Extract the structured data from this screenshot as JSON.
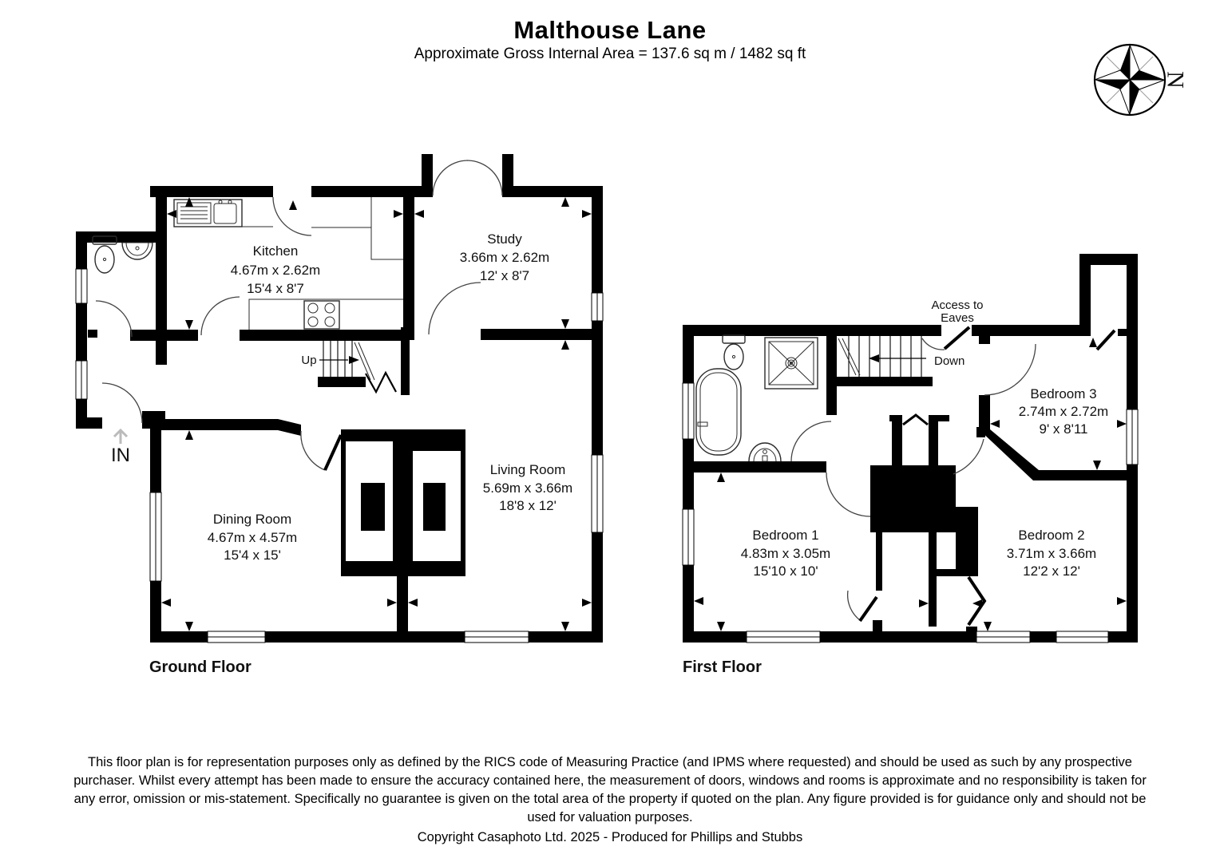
{
  "header": {
    "title": "Malthouse Lane",
    "subtitle": "Approximate Gross Internal Area = 137.6 sq m / 1482 sq ft"
  },
  "compass": {
    "north": "N"
  },
  "ground_floor": {
    "label": "Ground Floor",
    "entrance": "IN",
    "stairs": "Up",
    "rooms": {
      "kitchen": {
        "name": "Kitchen",
        "metric": "4.67m x 2.62m",
        "imperial": "15'4 x 8'7"
      },
      "study": {
        "name": "Study",
        "metric": "3.66m x 2.62m",
        "imperial": "12' x 8'7"
      },
      "dining_room": {
        "name": "Dining Room",
        "metric": "4.67m x 4.57m",
        "imperial": "15'4 x 15'"
      },
      "living_room": {
        "name": "Living Room",
        "metric": "5.69m x 3.66m",
        "imperial": "18'8 x 12'"
      }
    }
  },
  "first_floor": {
    "label": "First Floor",
    "stairs": "Down",
    "eaves_line1": "Access to",
    "eaves_line2": "Eaves",
    "rooms": {
      "bedroom_1": {
        "name": "Bedroom 1",
        "metric": "4.83m x 3.05m",
        "imperial": "15'10 x 10'"
      },
      "bedroom_2": {
        "name": "Bedroom 2",
        "metric": "3.71m x 3.66m",
        "imperial": "12'2 x 12'"
      },
      "bedroom_3": {
        "name": "Bedroom 3",
        "metric": "2.74m x 2.72m",
        "imperial": "9' x 8'11"
      }
    }
  },
  "footer": {
    "disclaimer": "This floor plan is for representation purposes only as defined by the RICS code of Measuring Practice (and IPMS where requested) and should be used as such by any prospective purchaser. Whilst every attempt has been made to ensure the accuracy contained here, the measurement of doors, windows and rooms is approximate and no responsibility is taken for any error, omission or mis-statement. Specifically no guarantee is given on the total area of the property if quoted on the plan. Any figure provided is for guidance only and should not be used for valuation purposes.",
    "copyright": "Copyright Casaphoto Ltd. 2025 - Produced for Phillips and Stubbs"
  }
}
